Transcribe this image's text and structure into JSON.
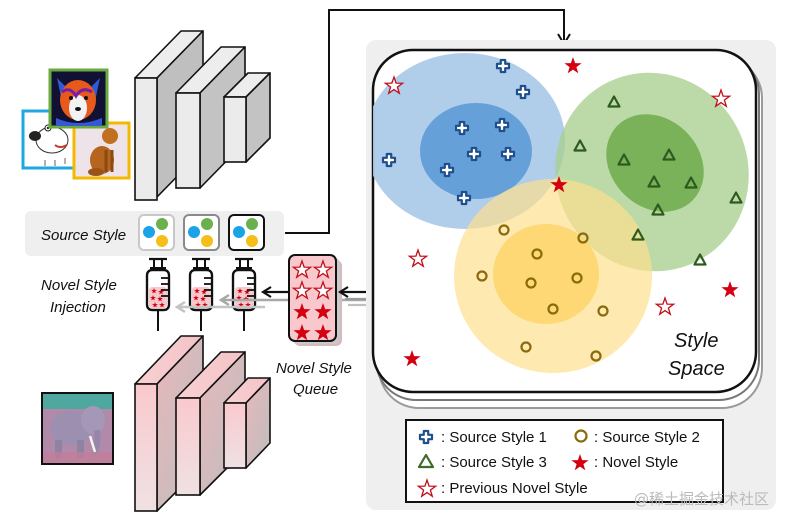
{
  "labels": {
    "source_style": "Source Style",
    "novel_style_injection_line1": "Novel Style",
    "novel_style_injection_line2": "Injection",
    "novel_style_queue_line1": "Novel Style",
    "novel_style_queue_line2": "Queue",
    "style_space_line1": "Style",
    "style_space_line2": "Space"
  },
  "input_images": {
    "source_images": [
      {
        "name": "cartoon-dog",
        "border_color": "#1EA7E1"
      },
      {
        "name": "painted-collie",
        "border_color": "#6AAA3F"
      },
      {
        "name": "golden-retriever-photo",
        "border_color": "#F5B800"
      }
    ],
    "target_image": {
      "name": "elephant-photo",
      "border_color": "#111111"
    }
  },
  "style_boxes": [
    {
      "border": "light-gray"
    },
    {
      "border": "gray"
    },
    {
      "border": "black"
    }
  ],
  "style_dot_colors": {
    "blue": "#1CA3E6",
    "green": "#6AB04C",
    "yellow": "#F6BE18"
  },
  "clusters": [
    {
      "name": "source-style-1",
      "marker": "plus",
      "color": "#2F6FB7",
      "outer_color": "#A9C9E8",
      "inner_color": "#5E9BD6"
    },
    {
      "name": "source-style-2",
      "marker": "circle",
      "color": "#8A6B0C",
      "outer_color": "#FDE7A8",
      "inner_color": "#FCD76B"
    },
    {
      "name": "source-style-3",
      "marker": "triangle",
      "color": "#3C6B2A",
      "outer_color": "#B8D9A2",
      "inner_color": "#77B257"
    }
  ],
  "queue": {
    "rows": [
      {
        "type": "previous-novel-style",
        "count": 2
      },
      {
        "type": "previous-novel-style",
        "count": 2
      },
      {
        "type": "novel-style",
        "count": 2
      },
      {
        "type": "novel-style",
        "count": 2
      }
    ]
  },
  "legend": {
    "items": [
      {
        "marker": "plus",
        "text": ": Source Style 1"
      },
      {
        "marker": "circle",
        "text": ": Source Style 2"
      },
      {
        "marker": "triangle",
        "text": ": Source Style 3"
      },
      {
        "marker": "filled-star",
        "text": ": Novel Style"
      },
      {
        "marker": "hollow-star",
        "text": ": Previous Novel Style"
      }
    ]
  },
  "colors": {
    "novel_star": "#D4000F",
    "panel_bg": "#EFEFEF",
    "pink_block": "#F8C8CC",
    "gray_block": "#E6E6E6"
  },
  "watermark": "@稀土掘金技术社区"
}
